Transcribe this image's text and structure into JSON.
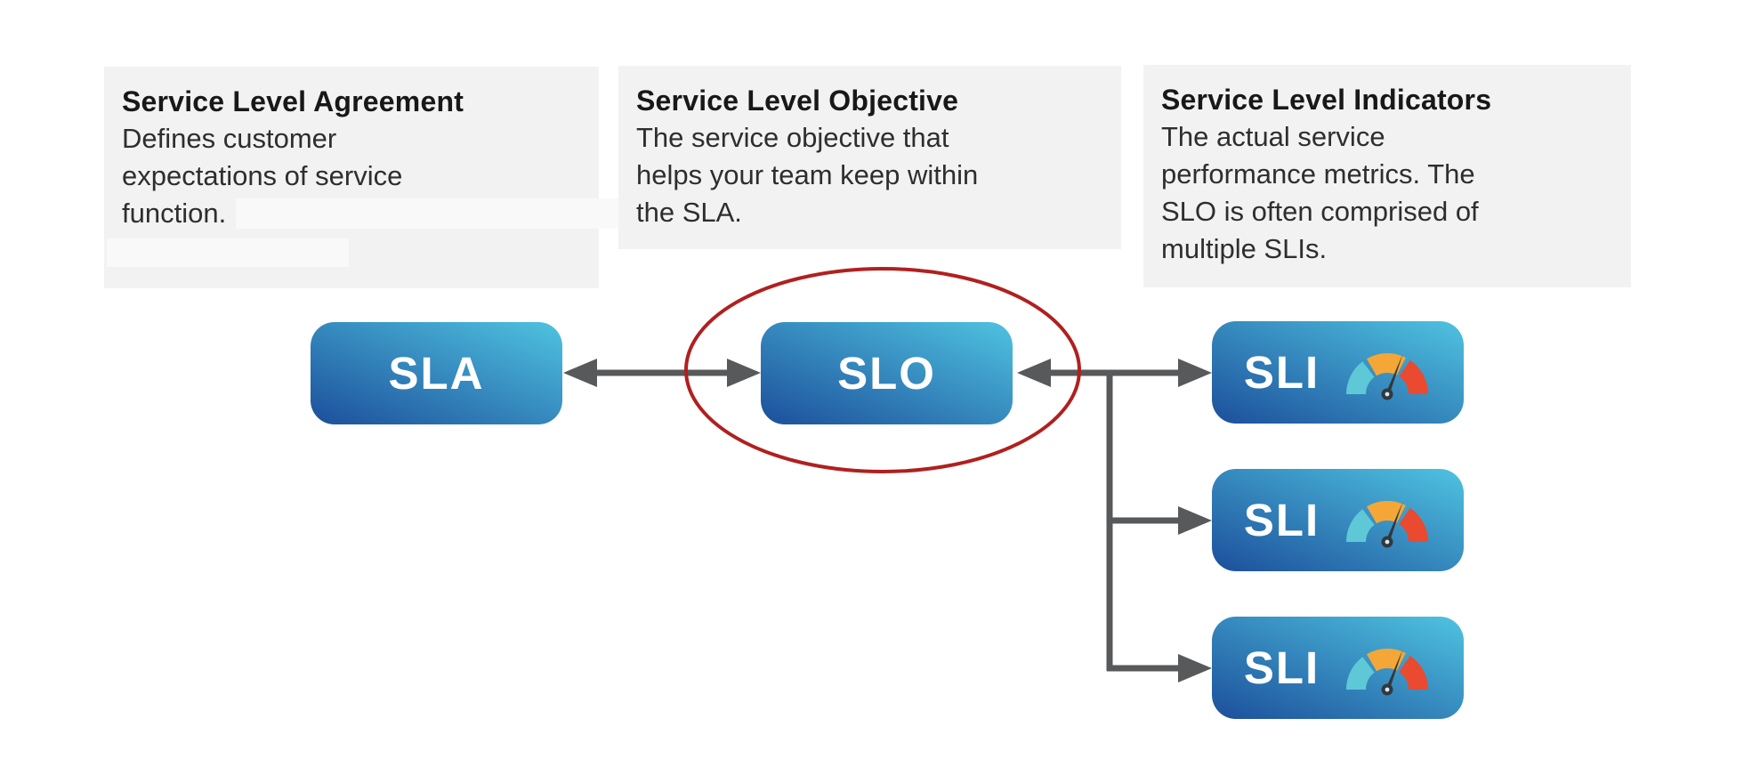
{
  "cards": [
    {
      "title": "Service Level Agreement",
      "body": "Defines customer\nexpectations of service\nfunction.",
      "has_redacted_text": true
    },
    {
      "title": "Service Level Objective",
      "body": "The service objective that\nhelps your team keep within\nthe SLA.",
      "has_redacted_text": false
    },
    {
      "title": "Service Level Indicators",
      "body": "The actual service\nperformance metrics. The\nSLO is often comprised of\nmultiple SLIs.",
      "has_redacted_text": false
    }
  ],
  "nodes": {
    "sla": {
      "label": "SLA"
    },
    "slo": {
      "label": "SLO",
      "highlighted": "circled in red ellipse"
    },
    "sli": [
      {
        "label": "SLI",
        "icon": "speedometer-gauge-icon"
      },
      {
        "label": "SLI",
        "icon": "speedometer-gauge-icon"
      },
      {
        "label": "SLI",
        "icon": "speedometer-gauge-icon"
      }
    ]
  },
  "connections": [
    "SLA <-> SLO (double-headed arrow)",
    "SLO <- SLI branch trunk with arrows into SLI 1, SLI 2, SLI 3"
  ],
  "colors": {
    "card_bg": "#f2f2f2",
    "redacted_bar": "#f9f9f9",
    "title_text": "#181818",
    "body_text": "#2e2e2e",
    "node_gradient_start": "#1c4f9b",
    "node_gradient_end": "#4fc3e0",
    "node_label_text": "#ffffff",
    "arrow": "#58595b",
    "highlight_ellipse": "#b0201f",
    "gauge_low": "#5fc8d7",
    "gauge_mid": "#f4a736",
    "gauge_high": "#ea4a2f",
    "gauge_needle": "#33383e"
  }
}
